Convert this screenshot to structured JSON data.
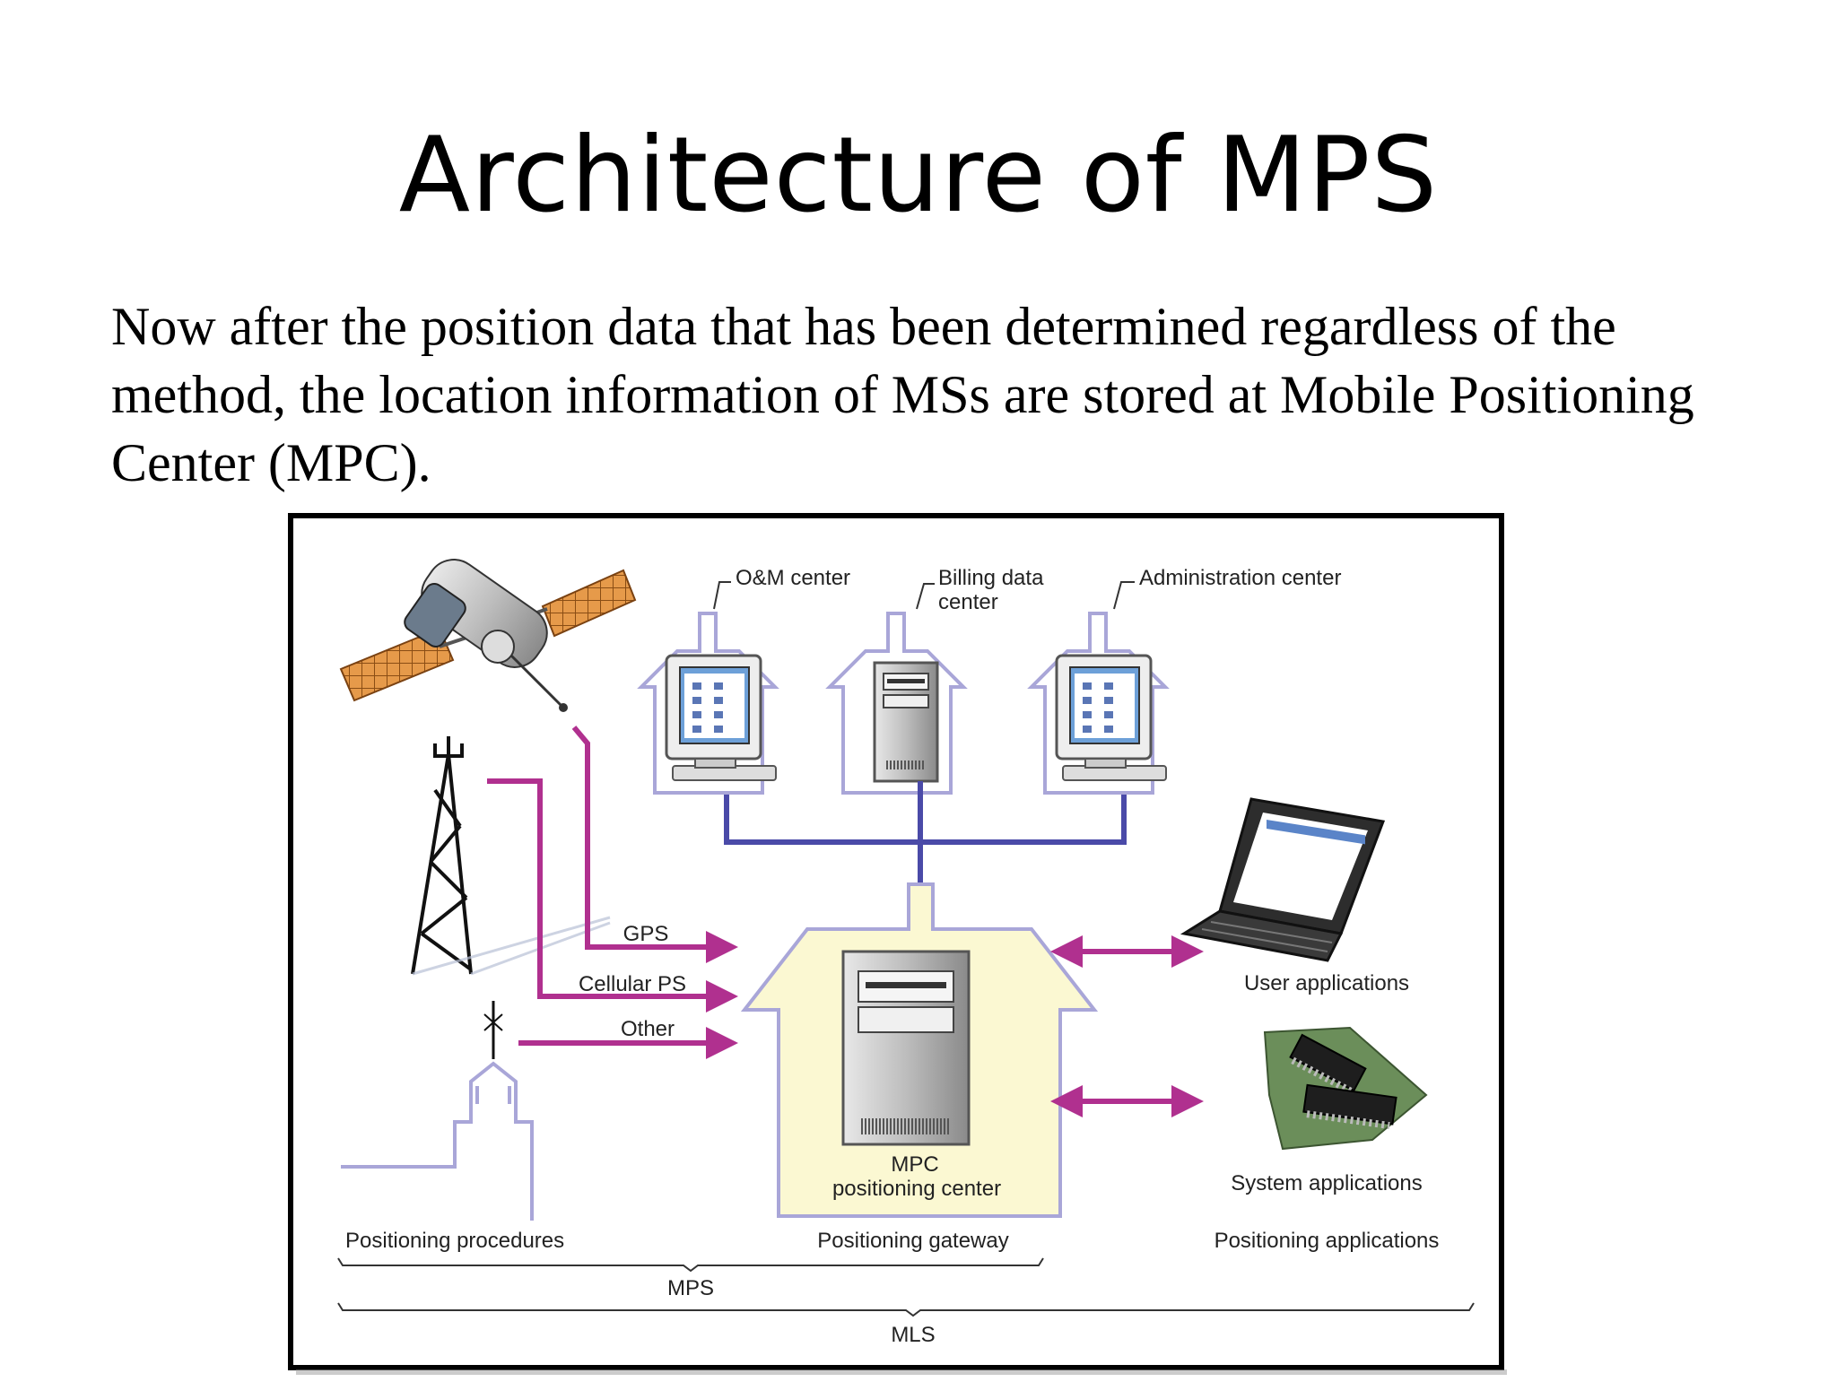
{
  "slide": {
    "title": "Architecture of MPS",
    "body": "Now after the position data that has been determined regardless of the method, the location information of MSs are stored at Mobile Positioning Center  (MPC)."
  },
  "diagram": {
    "top_labels": {
      "om_center": "O&M center",
      "billing_line1": "Billing data",
      "billing_line2": "center",
      "admin_center": "Administration center"
    },
    "inputs": {
      "gps": "GPS",
      "cellular": "Cellular PS",
      "other": "Other"
    },
    "mpc": {
      "line1": "MPC",
      "line2": "positioning center"
    },
    "apps": {
      "user": "User applications",
      "system": "System applications"
    },
    "sections": {
      "procedures": "Positioning procedures",
      "gateway": "Positioning gateway",
      "applications": "Positioning applications"
    },
    "groups": {
      "mps": "MPS",
      "mls": "MLS"
    },
    "colors": {
      "arrow": "#b0308f",
      "bus": "#4a4aa8",
      "house_outline": "#a9a6d8",
      "mpc_fill": "#fbf8d2"
    }
  }
}
